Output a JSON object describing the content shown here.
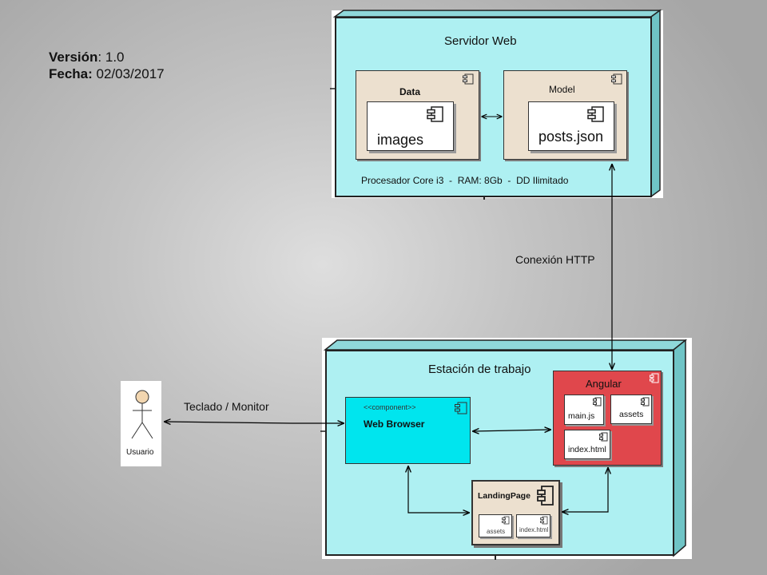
{
  "meta": {
    "version_label": "Versión",
    "version_value": ": 1.0",
    "date_label": "Fecha:",
    "date_value": " 02/03/2017"
  },
  "server": {
    "title": "Servidor Web",
    "data_component": {
      "label": "Data",
      "inner_label": "images"
    },
    "model_component": {
      "label": "Model",
      "inner_label": "posts.json"
    },
    "specs": "Procesador Core i3  -  RAM: 8Gb  -  DD Ilimitado"
  },
  "connection": {
    "label": "Conexión HTTP"
  },
  "actor": {
    "label": "Usuario",
    "link_label": "Teclado / Monitor"
  },
  "workstation": {
    "title": "Estación de trabajo",
    "web_browser": {
      "stereotype": "<<component>>",
      "label": "Web Browser"
    },
    "angular": {
      "label": "Angular",
      "items": [
        "main.js",
        "assets",
        "index.html"
      ]
    },
    "landing_page": {
      "label": "LandingPage",
      "items": [
        "assets",
        "index.html"
      ]
    }
  },
  "colors": {
    "node_fill": "#aef0f2",
    "component_fill": "#ece0cf",
    "angular_fill": "#e0474c",
    "web_browser_fill": "#00e5ee"
  }
}
